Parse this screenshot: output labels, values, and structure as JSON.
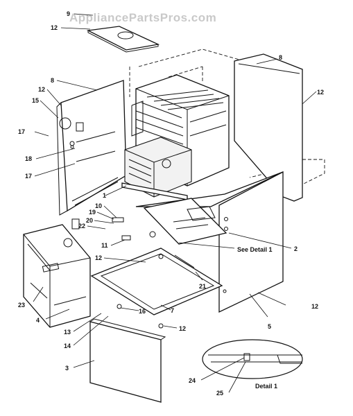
{
  "watermark": "AppliancePartsPros.com",
  "callouts": {
    "c9": "9",
    "c12_top": "12",
    "c8_right": "8",
    "c12_right": "12",
    "c8_left": "8",
    "c12_left": "12",
    "c15": "15",
    "c17_a": "17",
    "c18": "18",
    "c17_b": "17",
    "c1": "1",
    "c10": "10",
    "c19": "19",
    "c20": "20",
    "c22": "22",
    "c11": "11",
    "c12_mid": "12",
    "see_detail": "See Detail 1",
    "c2": "2",
    "c21": "21",
    "c23": "23",
    "c4": "4",
    "c7": "7",
    "c16": "16",
    "c12_bottom_a": "12",
    "c12_bottom_b": "12",
    "c5": "5",
    "c13": "13",
    "c14": "14",
    "c3": "3",
    "c24": "24",
    "c25": "25",
    "detail_label": "Detail 1"
  }
}
